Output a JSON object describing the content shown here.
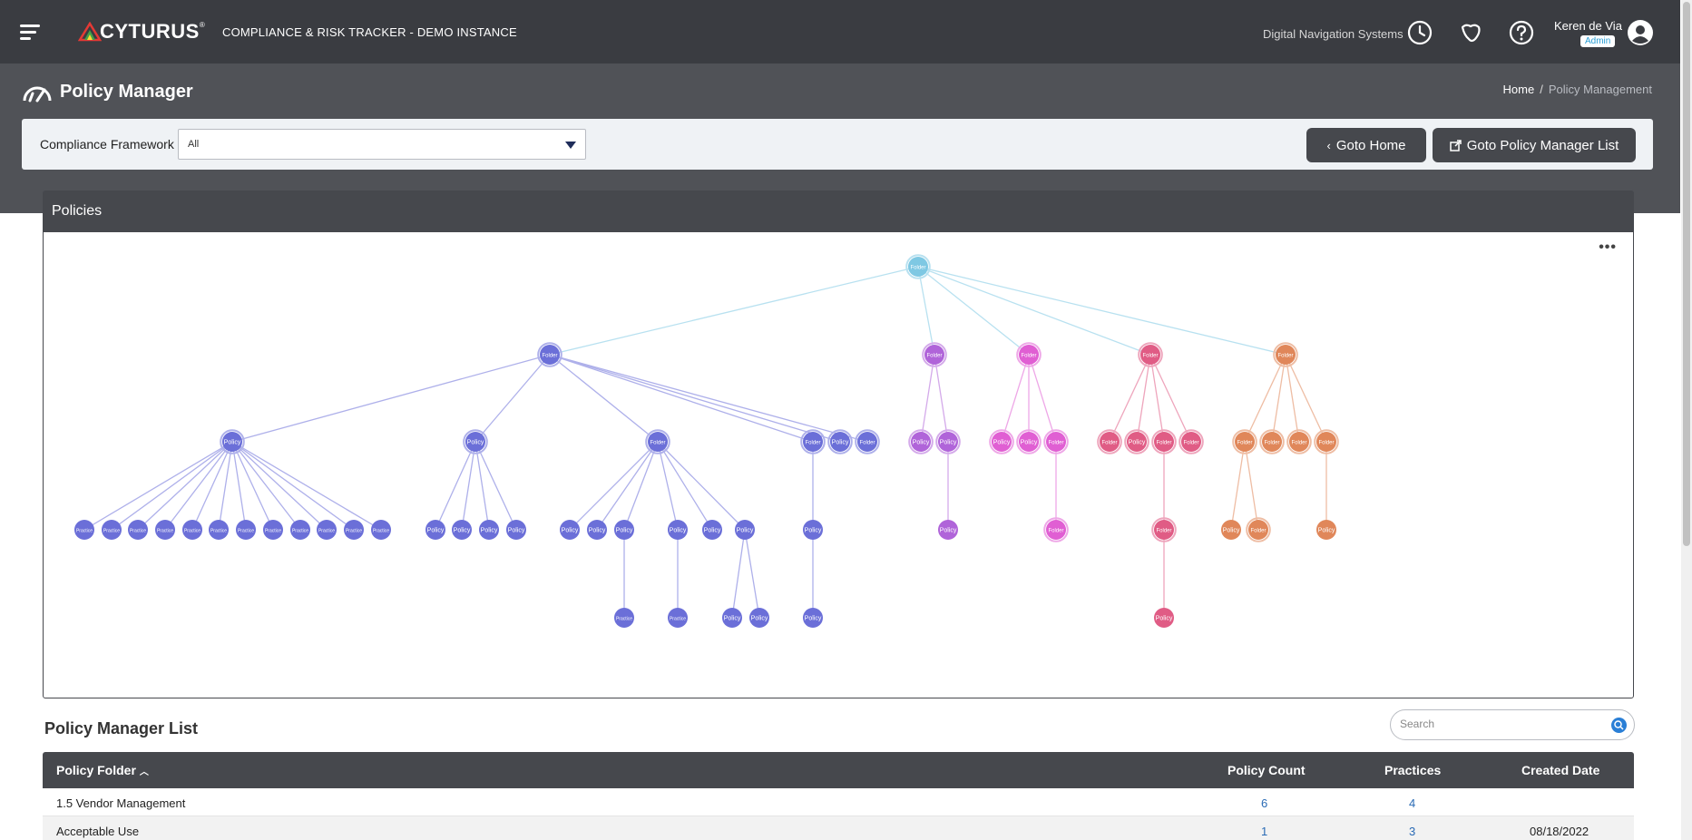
{
  "app": {
    "brand": "CYTURUS",
    "title": "COMPLIANCE & RISK TRACKER - DEMO INSTANCE",
    "organization": "Digital Navigation Systems",
    "user_name": "Keren de Via",
    "user_role": "Admin"
  },
  "colors": {
    "root": "#7ec8e3",
    "group_a": "#6b6fd8",
    "group_b": "#b064d9",
    "group_c": "#e05fd3",
    "group_d": "#e05c85",
    "group_e": "#e0875a"
  },
  "page": {
    "title": "Policy Manager",
    "breadcrumb": {
      "home": "Home",
      "separator": "/",
      "current": "Policy Management"
    }
  },
  "filter": {
    "label": "Compliance Framework",
    "selected": "All"
  },
  "buttons": {
    "goto_home": "Goto Home",
    "goto_list": "Goto Policy Manager List"
  },
  "panel": {
    "title": "Policies",
    "menu": "•••"
  },
  "tree": {
    "label_folder": "Folder",
    "label_policy": "Policy",
    "label_practice": "Practice"
  },
  "list": {
    "title": "Policy Manager List",
    "search_placeholder": "Search",
    "columns": {
      "folder": "Policy Folder",
      "count": "Policy Count",
      "practices": "Practices",
      "created": "Created Date"
    },
    "rows": [
      {
        "folder": "1.5 Vendor Management",
        "count": "6",
        "practices": "4",
        "created": ""
      },
      {
        "folder": "Acceptable Use",
        "count": "1",
        "practices": "3",
        "created": "08/18/2022"
      }
    ]
  }
}
